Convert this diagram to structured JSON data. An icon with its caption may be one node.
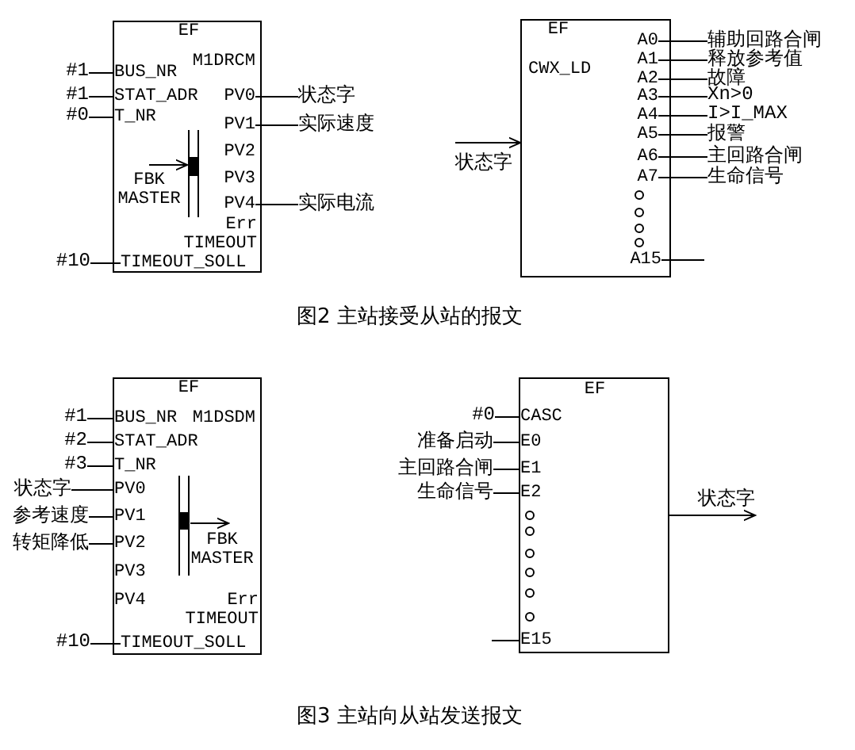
{
  "diagram": {
    "nodes": [
      {
        "text": [
          "EF",
          "M1DRCM"
        ]
      },
      {
        "text": [
          "BUS_NR"
        ],
        "in": 0
      },
      {
        "text": [
          "STAT_ADR"
        ],
        "in": 0
      },
      {
        "text": [
          "T_NR"
        ],
        "in": 0
      },
      {
        "text": [
          "PV0"
        ],
        "in": 0
      },
      {
        "text": [
          "PV1"
        ],
        "in": 0
      },
      {
        "text": [
          "PV2"
        ],
        "in": 0
      },
      {
        "text": [
          "PV3"
        ],
        "in": 0
      },
      {
        "text": [
          "PV4"
        ],
        "in": 0
      },
      {
        "text": [
          "FBK MASTER"
        ],
        "in": 0
      },
      {
        "text": [
          "Err TIMEOUT"
        ],
        "in": 0
      },
      {
        "text": [
          "TIMEOUT_SOLL"
        ],
        "in": 0
      },
      {
        "text": [
          "#1"
        ]
      },
      {
        "text": [
          "#1"
        ]
      },
      {
        "text": [
          "#0"
        ]
      },
      {
        "text": [
          "#10"
        ]
      },
      {
        "text": [
          "状态字"
        ]
      },
      {
        "text": [
          "实际速度"
        ]
      },
      {
        "text": [
          "实际电流"
        ]
      },
      {
        "text": [
          "EF",
          "CWX_LD"
        ]
      },
      {
        "text": [
          "A0"
        ],
        "in": 19
      },
      {
        "text": [
          "A1"
        ],
        "in": 19
      },
      {
        "text": [
          "A2"
        ],
        "in": 19
      },
      {
        "text": [
          "A3"
        ],
        "in": 19
      },
      {
        "text": [
          "A4"
        ],
        "in": 19
      },
      {
        "text": [
          "A5"
        ],
        "in": 19
      },
      {
        "text": [
          "A6"
        ],
        "in": 19
      },
      {
        "text": [
          "A7"
        ],
        "in": 19
      },
      {
        "text": [
          "A15"
        ],
        "in": 19
      },
      {
        "text": [
          "辅助回路合闸"
        ]
      },
      {
        "text": [
          "释放参考值"
        ]
      },
      {
        "text": [
          "故障"
        ]
      },
      {
        "text": [
          "Xn>0"
        ]
      },
      {
        "text": [
          "I>I_MAX"
        ]
      },
      {
        "text": [
          "报警"
        ]
      },
      {
        "text": [
          "主回路合闸"
        ]
      },
      {
        "text": [
          "生命信号"
        ]
      },
      {
        "text": [
          "状态字"
        ]
      },
      {
        "text": [
          "EF",
          "M1DSDM"
        ]
      },
      {
        "text": [
          "BUS_NR"
        ],
        "in": 38
      },
      {
        "text": [
          "STAT_ADR"
        ],
        "in": 38
      },
      {
        "text": [
          "T_NR"
        ],
        "in": 38
      },
      {
        "text": [
          "PV0"
        ],
        "in": 38
      },
      {
        "text": [
          "PV1"
        ],
        "in": 38
      },
      {
        "text": [
          "PV2"
        ],
        "in": 38
      },
      {
        "text": [
          "PV3"
        ],
        "in": 38
      },
      {
        "text": [
          "PV4"
        ],
        "in": 38
      },
      {
        "text": [
          "FBK MASTER"
        ],
        "in": 38
      },
      {
        "text": [
          "Err TIMEOUT"
        ],
        "in": 38
      },
      {
        "text": [
          "TIMEOUT_SOLL"
        ],
        "in": 38
      },
      {
        "text": [
          "#1"
        ]
      },
      {
        "text": [
          "#2"
        ]
      },
      {
        "text": [
          "#3"
        ]
      },
      {
        "text": [
          "状态字"
        ]
      },
      {
        "text": [
          "参考速度"
        ]
      },
      {
        "text": [
          "转矩降低"
        ]
      },
      {
        "text": [
          "#10"
        ]
      },
      {
        "text": [
          "EF"
        ]
      },
      {
        "text": [
          "CASC"
        ],
        "in": 57
      },
      {
        "text": [
          "E0"
        ],
        "in": 57
      },
      {
        "text": [
          "E1"
        ],
        "in": 57
      },
      {
        "text": [
          "E2"
        ],
        "in": 57
      },
      {
        "text": [
          "E15"
        ],
        "in": 57
      },
      {
        "text": [
          "#0"
        ]
      },
      {
        "text": [
          "准备启动"
        ]
      },
      {
        "text": [
          "主回路合闸"
        ]
      },
      {
        "text": [
          "生命信号"
        ]
      },
      {
        "text": [
          "状态字"
        ]
      },
      {
        "text": [],
        "shape": "bar",
        "in": 0
      },
      {
        "text": [],
        "shape": "bar",
        "in": 38
      }
    ],
    "edges": [
      {
        "from": 12,
        "to": 1,
        "arrow": "none"
      },
      {
        "from": 13,
        "to": 2,
        "arrow": "none"
      },
      {
        "from": 14,
        "to": 3,
        "arrow": "none"
      },
      {
        "from": 15,
        "to": 11,
        "arrow": "none"
      },
      {
        "from": 4,
        "to": 16,
        "arrow": "none"
      },
      {
        "from": 5,
        "to": 17,
        "arrow": "none"
      },
      {
        "from": 8,
        "to": 18,
        "arrow": "none"
      },
      {
        "from": 20,
        "to": 29,
        "arrow": "none"
      },
      {
        "from": 21,
        "to": 30,
        "arrow": "none"
      },
      {
        "from": 22,
        "to": 31,
        "arrow": "none"
      },
      {
        "from": 23,
        "to": 32,
        "arrow": "none"
      },
      {
        "from": 24,
        "to": 33,
        "arrow": "none"
      },
      {
        "from": 25,
        "to": 34,
        "arrow": "none"
      },
      {
        "from": 26,
        "to": 35,
        "arrow": "none"
      },
      {
        "from": 27,
        "to": 36,
        "arrow": "none"
      },
      {
        "from": 28,
        "to": null,
        "arrow": "none"
      },
      {
        "from": 37,
        "to": 19,
        "arrow": "to"
      },
      {
        "from": 50,
        "to": 39,
        "arrow": "none"
      },
      {
        "from": 51,
        "to": 40,
        "arrow": "none"
      },
      {
        "from": 52,
        "to": 41,
        "arrow": "none"
      },
      {
        "from": 53,
        "to": 42,
        "arrow": "none"
      },
      {
        "from": 54,
        "to": 43,
        "arrow": "none"
      },
      {
        "from": 55,
        "to": 44,
        "arrow": "none"
      },
      {
        "from": 56,
        "to": 49,
        "arrow": "none"
      },
      {
        "from": 63,
        "to": 58,
        "arrow": "none"
      },
      {
        "from": 64,
        "to": 59,
        "arrow": "none"
      },
      {
        "from": 65,
        "to": 60,
        "arrow": "none"
      },
      {
        "from": 66,
        "to": 61,
        "arrow": "none"
      },
      {
        "from": null,
        "to": 62,
        "arrow": "none"
      },
      {
        "from": 57,
        "to": 67,
        "arrow": "to"
      },
      {
        "from": 9,
        "to": 68,
        "arrow": "to"
      },
      {
        "from": 69,
        "to": 47,
        "arrow": "to"
      }
    ],
    "labels": [
      "图2 主站接受从站的报文",
      "图3 主站向从站发送报文"
    ]
  }
}
